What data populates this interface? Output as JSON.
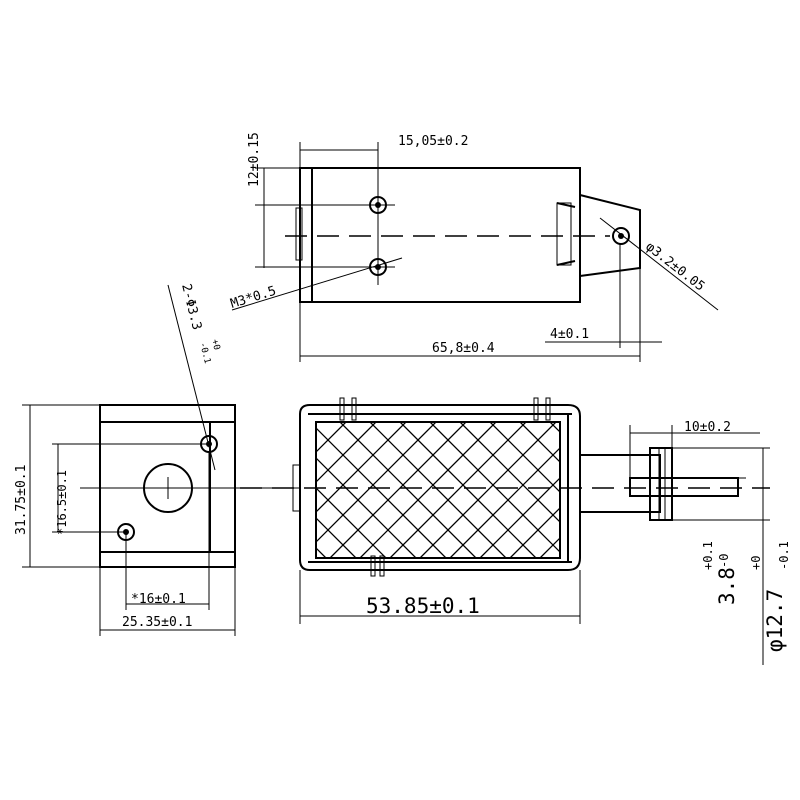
{
  "dimensions": {
    "top_height": "12±0.15",
    "top_hole_spacing": "15,05±0.2",
    "top_thread": "M3*0.5",
    "top_pin_hole": "φ3.2±0.05",
    "top_total_length": "65,8±0.4",
    "top_tab_length": "4±0.1",
    "side_holes": "2-Φ3.3",
    "side_holes_tol_upper": "+0",
    "side_holes_tol_lower": "-0.1",
    "side_total_height": "31.75±0.1",
    "side_hole_v_spacing": "*16.5±0.1",
    "side_hole_h_spacing": "*16±0.1",
    "side_total_width": "25.35±0.1",
    "front_body_length": "53.85±0.1",
    "front_plunger_length": "10±0.2",
    "front_pin_dia": "3.8",
    "front_pin_tol_upper": "+0.1",
    "front_pin_tol_lower": "-0",
    "front_plunger_dia": "φ12.7",
    "front_plunger_tol_upper": "+0",
    "front_plunger_tol_lower": "-0.1"
  }
}
